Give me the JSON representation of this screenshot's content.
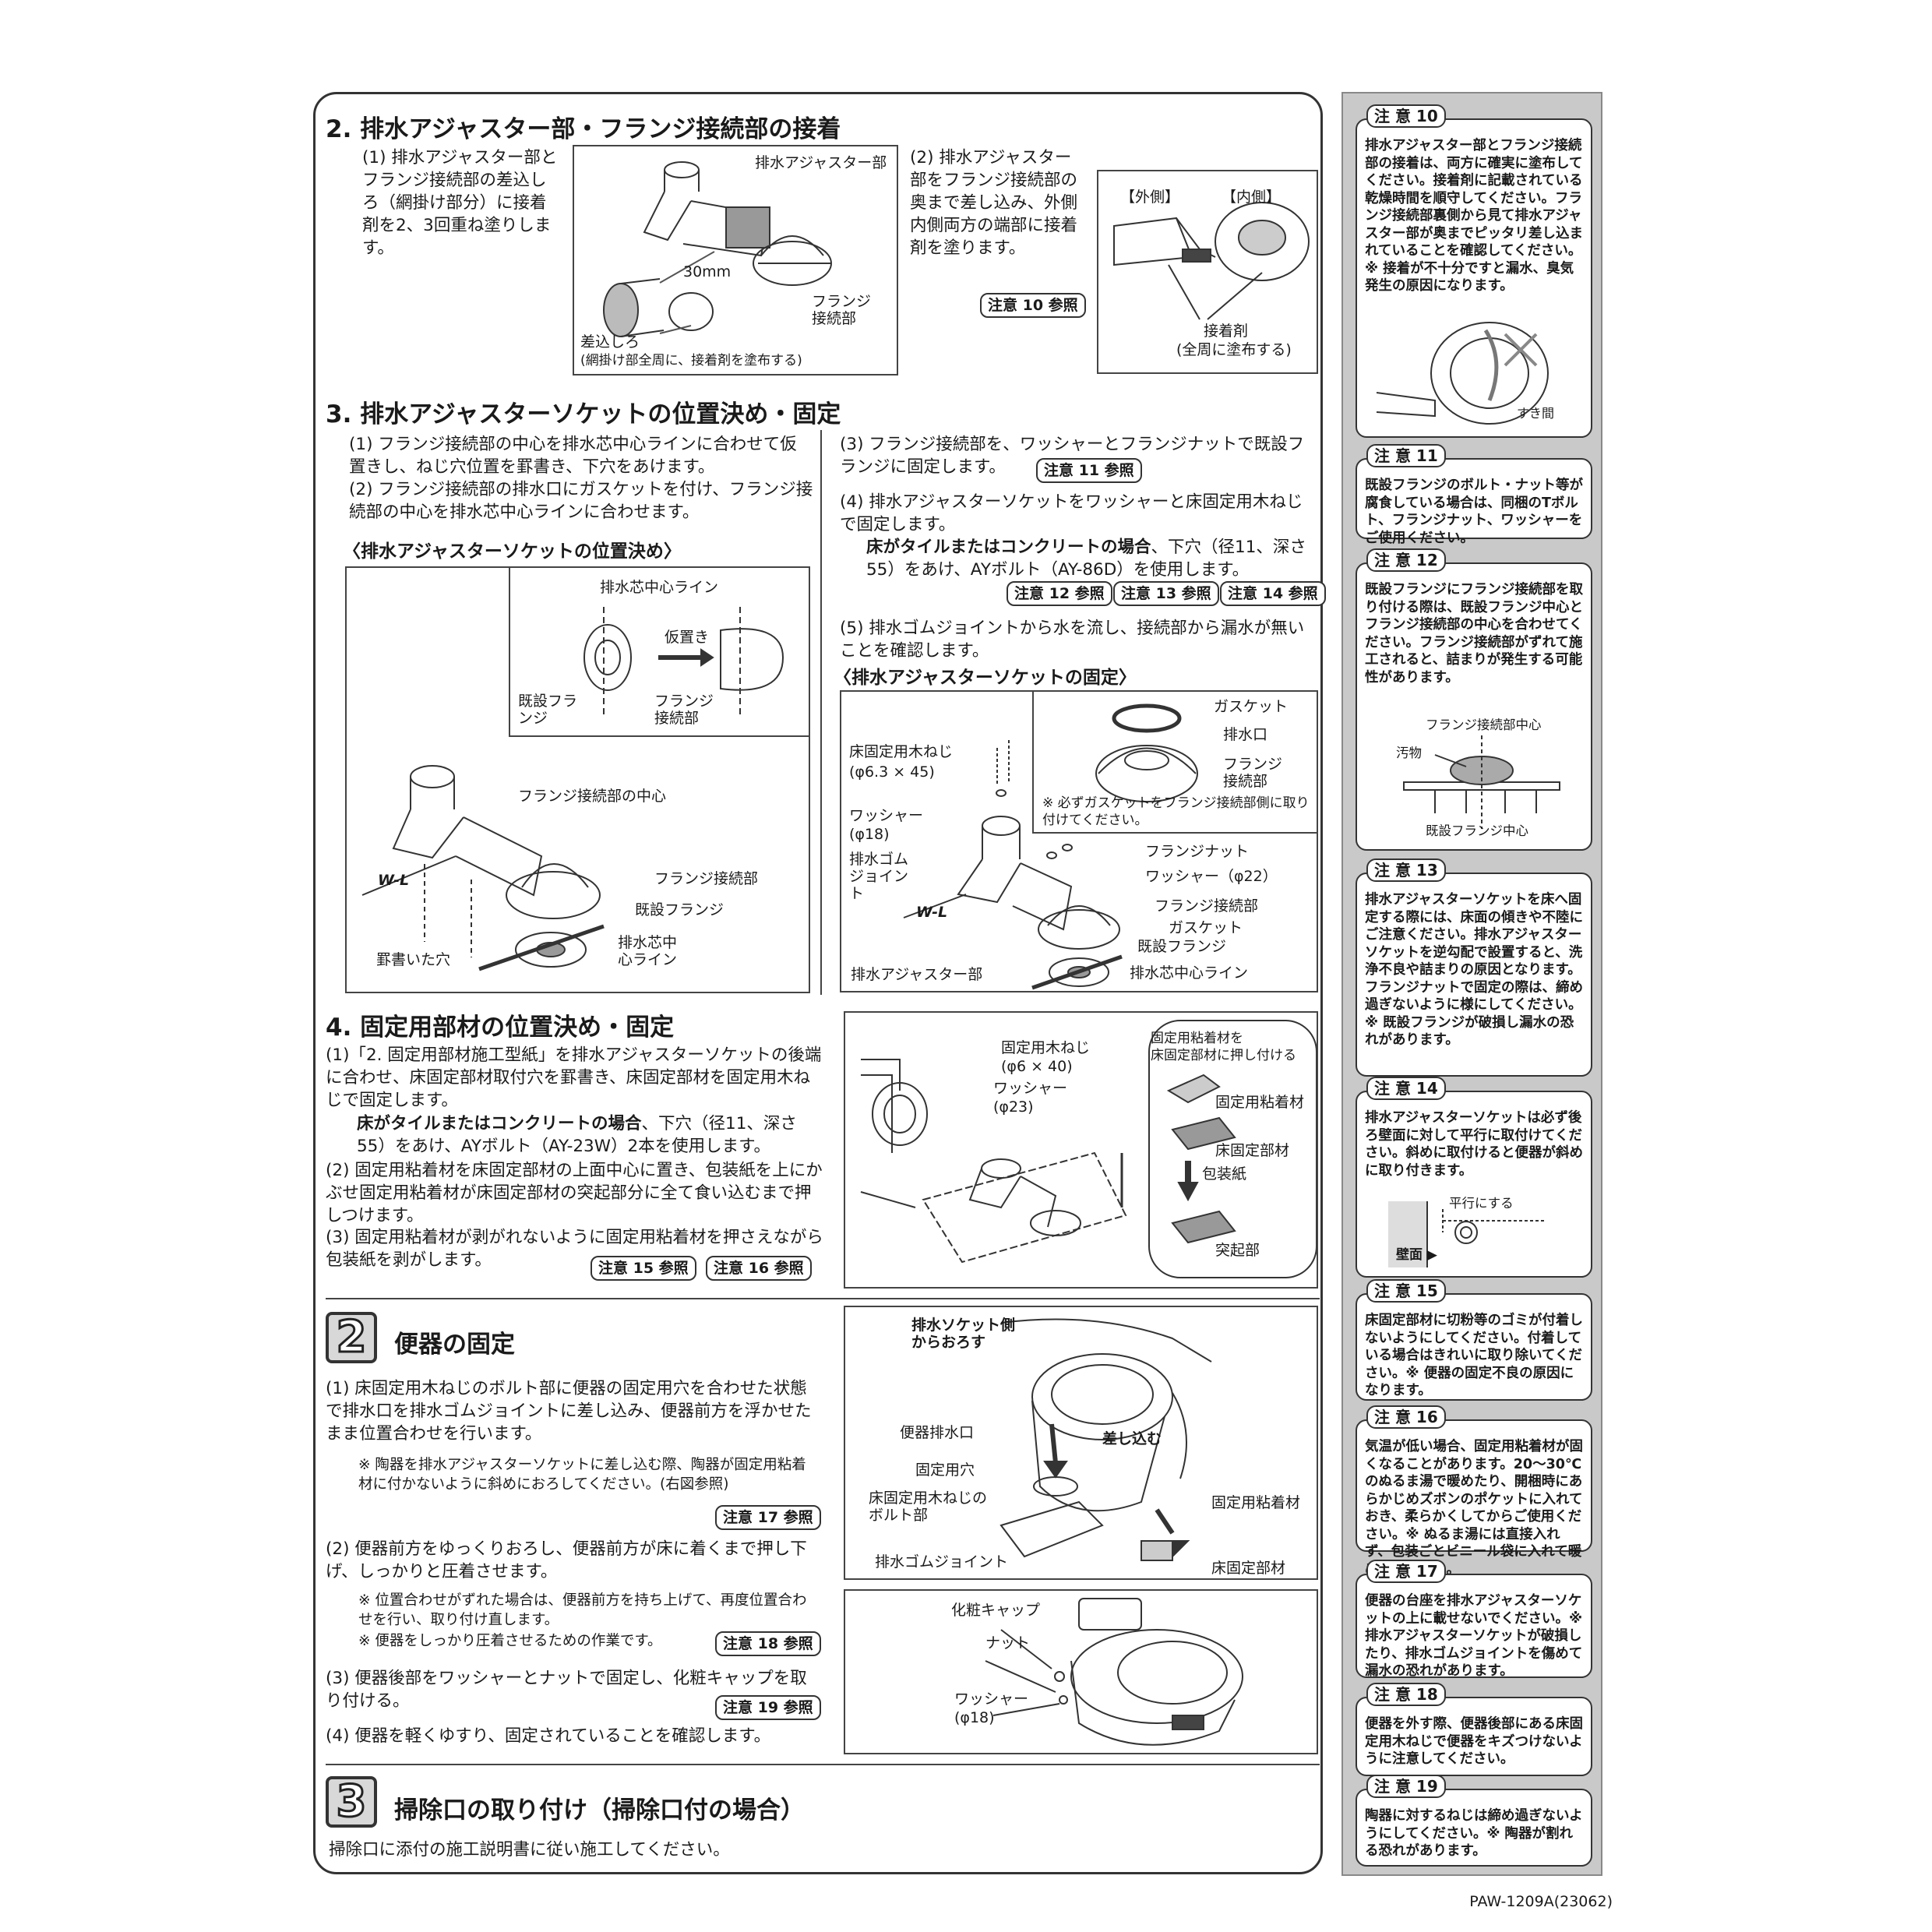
{
  "sec2": {
    "title": "2. 排水アジャスター部・フランジ接続部の接着",
    "step1": "(1) 排水アジャスター部とフランジ接続部の差込しろ（網掛け部分）に接着剤を2、3回重ね塗りします。",
    "fig1_adjuster": "排水アジャスター部",
    "fig1_30mm": "30mm",
    "fig1_flange": "フランジ接続部",
    "fig1_sashikomi": "差込しろ",
    "fig1_note": "(網掛け部全周に、接着剤を塗布する)",
    "step2": "(2) 排水アジャスター部をフランジ接続部の奥まで差し込み、外側内側両方の端部に接着剤を塗ります。",
    "ref10": "注意 10 参照",
    "fig2_outer": "【外側】",
    "fig2_inner": "【内側】",
    "fig2_glue": "接着剤",
    "fig2_glue_note": "(全周に塗布する)"
  },
  "sec3": {
    "title": "3. 排水アジャスターソケットの位置決め・固定",
    "step1": "(1) フランジ接続部の中心を排水芯中心ラインに合わせて仮置きし、ねじ穴位置を罫書き、下穴をあけます。",
    "step2": "(2) フランジ接続部の排水口にガスケットを付け、フランジ接続部の中心を排水芯中心ラインに合わせます。",
    "sub1": "〈排水アジャスターソケットの位置決め〉",
    "fig_center_line": "排水芯中心ライン",
    "fig_kari": "仮置き",
    "fig_kisetsu": "既設フランジ",
    "fig_flange_conn": "フランジ接続部",
    "fig_flange_center": "フランジ接続部の中心",
    "fig_flange_conn2": "フランジ接続部",
    "fig_kisetsu2": "既設フランジ",
    "fig_haisuishin": "排水芯中心ライン",
    "fig_keigaki": "罫書いた穴",
    "fig_wl": "W-L",
    "step3": "(3) フランジ接続部を、ワッシャーとフランジナットで既設フランジに固定します。",
    "ref11": "注意 11 参照",
    "step4a": "(4) 排水アジャスターソケットをワッシャーと床固定用木ねじで固定します。",
    "step4b_bold": "床がタイルまたはコンクリートの場合",
    "step4b_rest": "、下穴（径11、深さ55）をあけ、AYボルト（AY-86D）を使用します。",
    "ref12": "注意 12 参照",
    "ref13": "注意 13 参照",
    "ref14": "注意 14 参照",
    "step5": "(5) 排水ゴムジョイントから水を流し、接続部から漏水が無いことを確認します。",
    "sub2": "〈排水アジャスターソケットの固定〉",
    "fx_gasket": "ガスケット",
    "fx_outlet": "排水口",
    "fx_flange": "フランジ接続部",
    "fx_note": "※ 必ずガスケットをフランジ接続部側に取り付けてください。",
    "fx_screw": "床固定用木ねじ",
    "fx_screw_size": "(φ6.3 × 45)",
    "fx_washer": "ワッシャー",
    "fx_washer_size": "(φ18)",
    "fx_joint": "排水ゴムジョイント",
    "fx_nut": "フランジナット",
    "fx_washer22": "ワッシャー（φ22）",
    "fx_flange2": "フランジ接続部",
    "fx_gasket2": "ガスケット",
    "fx_kisetsu": "既設フランジ",
    "fx_adjuster": "排水アジャスター部",
    "fx_center": "排水芯中心ライン",
    "fx_wl": "W-L"
  },
  "sec4": {
    "title": "4. 固定用部材の位置決め・固定",
    "step1": "(1)「2. 固定用部材施工型紙」を排水アジャスターソケットの後端に合わせ、床固定部材取付穴を罫書き、床固定部材を固定用木ねじで固定します。",
    "step1b_bold": "床がタイルまたはコンクリートの場合",
    "step1b_rest": "、下穴（径11、深さ55）をあけ、AYボルト（AY-23W）2本を使用します。",
    "step2": "(2) 固定用粘着材を床固定部材の上面中心に置き、包装紙を上にかぶせ固定用粘着材が床固定部材の突起部分に全て食い込むまで押しつけます。",
    "step3": "(3) 固定用粘着材が剥がれないように固定用粘着材を押さえながら包装紙を剥がします。",
    "ref15": "注意 15 参照",
    "ref16": "注意 16 参照",
    "fig_screw": "固定用木ねじ",
    "fig_screw_size": "(φ6 × 40)",
    "fig_washer": "ワッシャー",
    "fig_washer_size": "(φ23)",
    "fig_press1": "固定用粘着材を",
    "fig_press2": "床固定部材に押し付ける",
    "fig_adhesive": "固定用粘着材",
    "fig_member": "床固定部材",
    "fig_paper": "包装紙",
    "fig_protrusion": "突起部"
  },
  "step2": {
    "num": "2",
    "title": "便器の固定",
    "p1": "(1) 床固定用木ねじのボルト部に便器の固定用穴を合わせた状態で排水口を排水ゴムジョイントに差し込み、便器前方を浮かせたまま位置合わせを行います。",
    "p1_note": "※ 陶器を排水アジャスターソケットに差し込む際、陶器が固定用粘着材に付かないように斜めにおろしてください。(右図参照)",
    "ref17": "注意 17 参照",
    "p2": "(2) 便器前方をゆっくりおろし、便器前方が床に着くまで押し下げ、しっかりと圧着させます。",
    "p2_note1": "※ 位置合わせがずれた場合は、便器前方を持ち上げて、再度位置合わせを行い、取り付け直します。",
    "p2_note2": "※ 便器をしっかり圧着させるための作業です。",
    "ref18": "注意 18 参照",
    "p3": "(3) 便器後部をワッシャーとナットで固定し、化粧キャップを取り付ける。",
    "ref19": "注意 19 参照",
    "p4": "(4) 便器を軽くゆすり、固定されていることを確認します。",
    "f1_side": "排水ソケット側からおろす",
    "f1_outlet": "便器排水口",
    "f1_hole": "固定用穴",
    "f1_bolt": "床固定用木ねじのボルト部",
    "f1_push": "差し込む",
    "f1_adhesive": "固定用粘着材",
    "f1_member": "床固定部材",
    "f1_joint": "排水ゴムジョイント",
    "f2_cap": "化粧キャップ",
    "f2_nut": "ナット",
    "f2_washer": "ワッシャー",
    "f2_washer_size": "(φ18)"
  },
  "step3": {
    "num": "3",
    "title": "掃除口の取り付け（掃除口付の場合）",
    "p1": "掃除口に添付の施工説明書に従い施工してください。"
  },
  "notes": [
    {
      "tag": "注 意 10",
      "body": "排水アジャスター部とフランジ接続部の接着は、両方に確実に塗布してください。接着剤に記載されている乾燥時間を順守してください。フランジ接続部裏側から見て排水アジャスター部が奥までピッタリ差し込まれていることを確認してください。※ 接着が不十分ですと漏水、臭気発生の原因になります。",
      "fig": "すき間"
    },
    {
      "tag": "注 意 11",
      "body": "既設フランジのボルト・ナット等が腐食している場合は、同梱のTボルト、フランジナット、ワッシャーをご使用ください。"
    },
    {
      "tag": "注 意 12",
      "body": "既設フランジにフランジ接続部を取り付ける際は、既設フランジ中心とフランジ接続部の中心を合わせてください。フランジ接続部がずれて施工されると、詰まりが発生する可能性があります。",
      "fig_center": "フランジ接続部中心",
      "fig_dirt": "汚物",
      "fig_kisetsu": "既設フランジ中心"
    },
    {
      "tag": "注 意 13",
      "body": "排水アジャスターソケットを床へ固定する際には、床面の傾きや不陸にご注意ください。排水アジャスターソケットを逆勾配で設置すると、洗浄不良や詰まりの原因となります。フランジナットで固定の際は、締め過ぎないように様にしてください。※ 既設フランジが破損し漏水の恐れがあります。"
    },
    {
      "tag": "注 意 14",
      "body": "排水アジャスターソケットは必ず後ろ壁面に対して平行に取付けてください。斜めに取付けると便器が斜めに取り付きます。",
      "fig_parallel": "平行にする",
      "fig_wall": "壁面 ▶"
    },
    {
      "tag": "注 意 15",
      "body": "床固定部材に切粉等のゴミが付着しないようにしてください。付着している場合はきれいに取り除いてください。※ 便器の固定不良の原因になります。"
    },
    {
      "tag": "注 意 16",
      "body": "気温が低い場合、固定用粘着材が固くなることがあります。20～30℃のぬるま湯で暖めたり、開梱時にあらかじめズボンのポケットに入れておき、柔らかくしてからご使用ください。※ ぬるま湯には直接入れず、包装ごとビニール袋に入れて暖めてください。"
    },
    {
      "tag": "注 意 17",
      "body": "便器の台座を排水アジャスターソケットの上に載せないでください。※ 排水アジャスターソケットが破損したり、排水ゴムジョイントを傷めて漏水の恐れがあります。"
    },
    {
      "tag": "注 意 18",
      "body": "便器を外す際、便器後部にある床固定用木ねじで便器をキズつけないように注意してください。"
    },
    {
      "tag": "注 意 19",
      "body": "陶器に対するねじは締め過ぎないようにしてください。※ 陶器が割れる恐れがあります。"
    }
  ],
  "footer": "PAW-1209A(23062)"
}
